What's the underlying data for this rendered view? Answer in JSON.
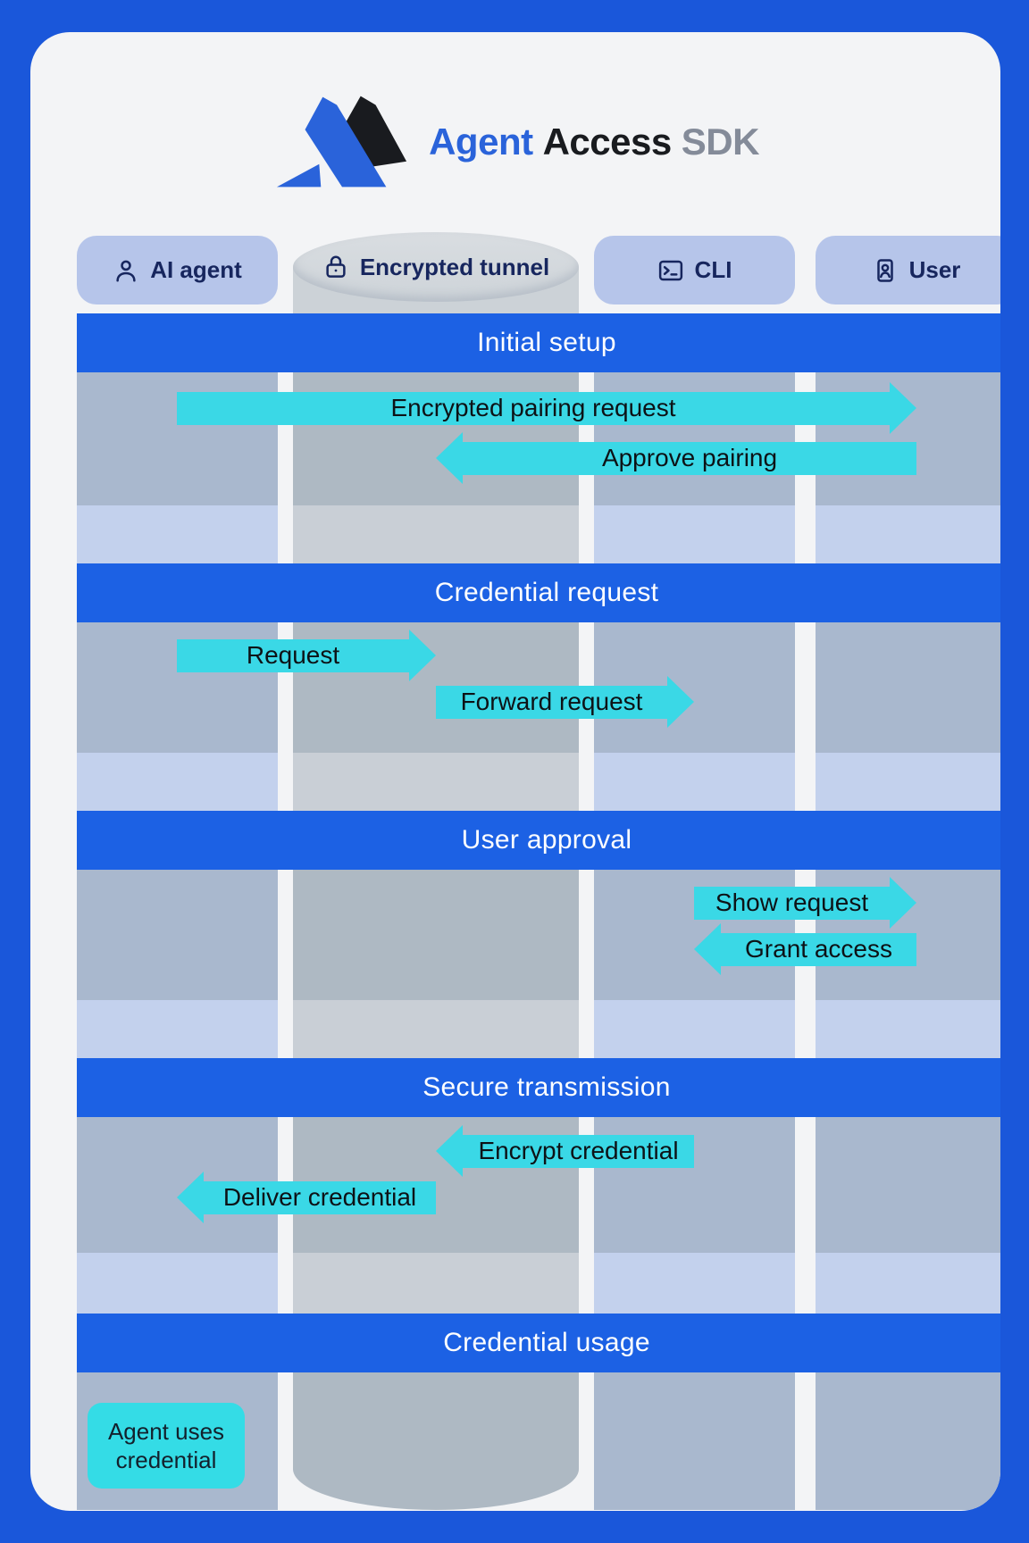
{
  "logo": {
    "word1": "Agent",
    "word2": "Access",
    "word3": "SDK"
  },
  "actors": [
    {
      "label": "AI agent",
      "icon": "person-icon"
    },
    {
      "label": "Encrypted tunnel",
      "icon": "lock-icon"
    },
    {
      "label": "CLI",
      "icon": "terminal-icon"
    },
    {
      "label": "User",
      "icon": "user-card-icon"
    }
  ],
  "phases": [
    {
      "label": "Initial setup"
    },
    {
      "label": "Credential request"
    },
    {
      "label": "User approval"
    },
    {
      "label": "Secure transmission"
    },
    {
      "label": "Credential usage"
    }
  ],
  "arrows": [
    {
      "label": "Encrypted pairing request",
      "from": "AI agent",
      "to": "User",
      "direction": "right"
    },
    {
      "label": "Approve pairing",
      "from": "User",
      "to": "Encrypted tunnel",
      "direction": "left"
    },
    {
      "label": "Request",
      "from": "AI agent",
      "to": "Encrypted tunnel",
      "direction": "right"
    },
    {
      "label": "Forward request",
      "from": "Encrypted tunnel",
      "to": "CLI",
      "direction": "right"
    },
    {
      "label": "Show request",
      "from": "CLI",
      "to": "User",
      "direction": "right"
    },
    {
      "label": "Grant access",
      "from": "User",
      "to": "CLI",
      "direction": "left"
    },
    {
      "label": "Encrypt credential",
      "from": "CLI",
      "to": "Encrypted tunnel",
      "direction": "left"
    },
    {
      "label": "Deliver credential",
      "from": "Encrypted tunnel",
      "to": "AI agent",
      "direction": "left"
    }
  ],
  "note": {
    "label": "Agent uses credential"
  },
  "colors": {
    "background_blue": "#1a57da",
    "card": "#f3f4f6",
    "phase_band_blue": "#1c61e4",
    "arrow_cyan": "#3ad8e6",
    "note_cyan": "#34dce6",
    "actor_header": "#b6c5ea",
    "lane_active": "#a9b8ce",
    "lane_rest": "#c3d1ed",
    "tunnel_active": "#aeb9c3",
    "tunnel_rest": "#c9cfd6",
    "tunnel_cap": "#d5dade",
    "header_text": "#17265e",
    "logo_blue": "#2a63da",
    "logo_black": "#191b1f",
    "logo_gray": "#848b99"
  }
}
